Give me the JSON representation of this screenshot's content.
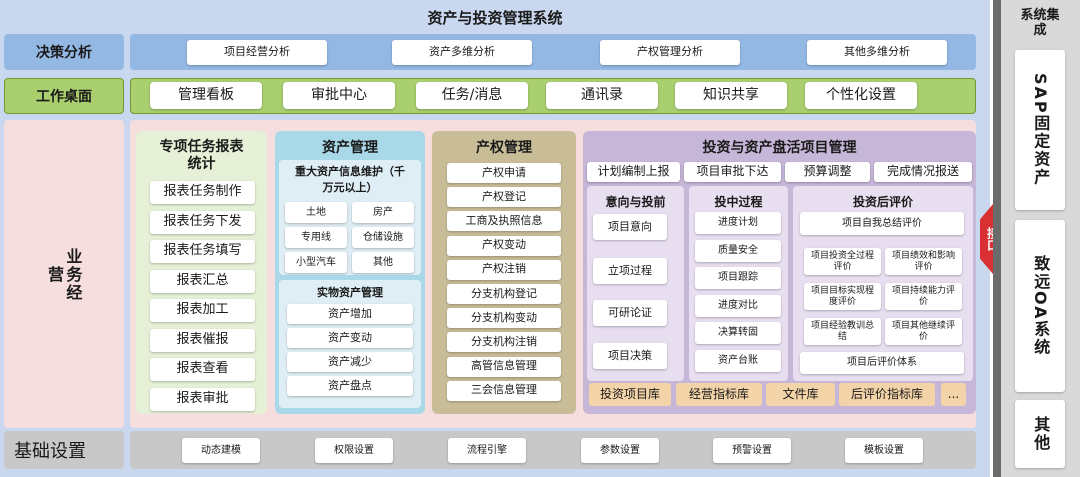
{
  "title": "资产与投资管理系统",
  "rows": {
    "decision": {
      "label": "决策分析",
      "items": [
        "项目经营分析",
        "资产多维分析",
        "产权管理分析",
        "其他多维分析"
      ]
    },
    "workspace": {
      "label": "工作桌面",
      "items": [
        "管理看板",
        "审批中心",
        "任务/消息",
        "通讯录",
        "知识共享",
        "个性化设置"
      ]
    },
    "business": {
      "label": "业务经营"
    },
    "base": {
      "label": "基础设置",
      "items": [
        "动态建模",
        "权限设置",
        "流程引擎",
        "参数设置",
        "预警设置",
        "模板设置"
      ]
    }
  },
  "modules": {
    "special": {
      "title": "专项任务报表统计",
      "items": [
        "报表任务制作",
        "报表任务下发",
        "报表任务填写",
        "报表汇总",
        "报表加工",
        "报表催报",
        "报表查看",
        "报表审批"
      ]
    },
    "asset": {
      "title": "资产管理",
      "major": {
        "title": "重大资产信息维护（千万元以上）",
        "items": [
          "土地",
          "房产",
          "专用线",
          "仓储设施",
          "小型汽车",
          "其他"
        ]
      },
      "physical": {
        "title": "实物资产管理",
        "items": [
          "资产增加",
          "资产变动",
          "资产减少",
          "资产盘点"
        ]
      }
    },
    "property": {
      "title": "产权管理",
      "items": [
        "产权申请",
        "产权登记",
        "工商及执照信息",
        "产权变动",
        "产权注销",
        "分支机构登记",
        "分支机构变动",
        "分支机构注销",
        "高管信息管理",
        "三会信息管理"
      ]
    },
    "investment": {
      "title": "投资与资产盘活项目管理",
      "top": [
        "计划编制上报",
        "项目审批下达",
        "预算调整",
        "完成情况报送"
      ],
      "pre": {
        "title": "意向与投前",
        "items": [
          "项目意向",
          "立项过程",
          "可研论证",
          "项目决策"
        ]
      },
      "mid": {
        "title": "投中过程",
        "items": [
          "进度计划",
          "质量安全",
          "项目跟踪",
          "进度对比",
          "决算转固",
          "资产台账"
        ]
      },
      "post": {
        "title": "投资后评价",
        "summary": "项目自我总结评价",
        "grid": [
          "项目投资全过程评价",
          "项目绩效和影响评价",
          "项目目标实现程度评价",
          "项目持续能力评价",
          "项目经验教训总结",
          "项目其他继续评价"
        ],
        "system": "项目后评价体系"
      },
      "libraries": [
        "投资项目库",
        "经营指标库",
        "文件库",
        "后评价指标库",
        "..."
      ]
    }
  },
  "interface": {
    "label": "接口"
  },
  "external": {
    "title": "系统集成",
    "items": [
      "SAP固定资产",
      "致远OA系统",
      "其他"
    ]
  },
  "colors": {
    "frame_bg": "#c9d8ef",
    "row_blue": "#94b8e4",
    "row_green": "#a9cf6f",
    "business_bg": "#f6dedf",
    "special_bg": "#e6f0d6",
    "asset_bg": "#a9d8e8",
    "property_bg": "#c8bd97",
    "invest_bg": "#c6b6d8",
    "library_bg": "#f3d3a8",
    "base_bg": "#c8c8c8",
    "interface_red": "#d93033",
    "right_bg": "#6b6b6b"
  }
}
